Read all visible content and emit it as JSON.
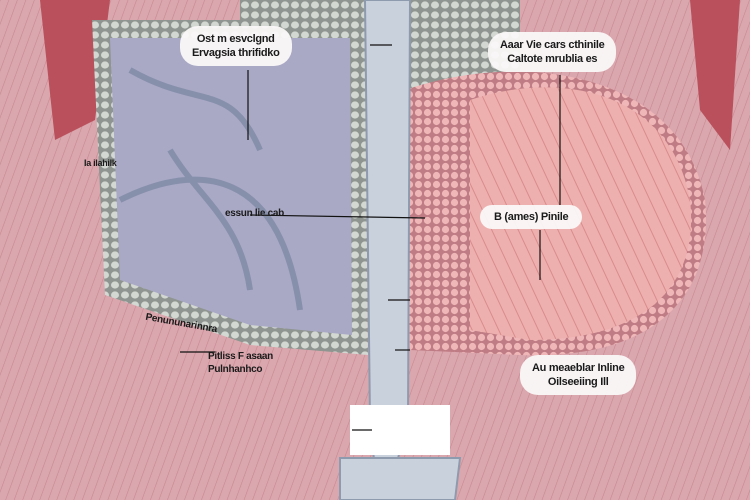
{
  "labels": {
    "top_left": [
      "Ost m esvclgnd",
      "Ervagsia thrifidko"
    ],
    "top_right": [
      "Aaar Vie cars cthinile",
      "Caltote mrublia es"
    ],
    "left_center": "essun lie cab",
    "right_center": "B (ames) Pinile",
    "lower_left": [
      "Pitliss F asaan",
      "Pulnhanhco"
    ],
    "lower_left_diagonal": "Penununarinnra",
    "lower_right": [
      "Au meaeblar Inline",
      "Oilseeiing Ill"
    ],
    "left_edge": "Ia ilahilk"
  },
  "colors": {
    "muscle": "#d9a3ab",
    "lung_left": "#a9a9c6",
    "lung_right": "#eaaaa9",
    "trachea": "#c9d1dd",
    "stones": "#c4c8c4"
  }
}
